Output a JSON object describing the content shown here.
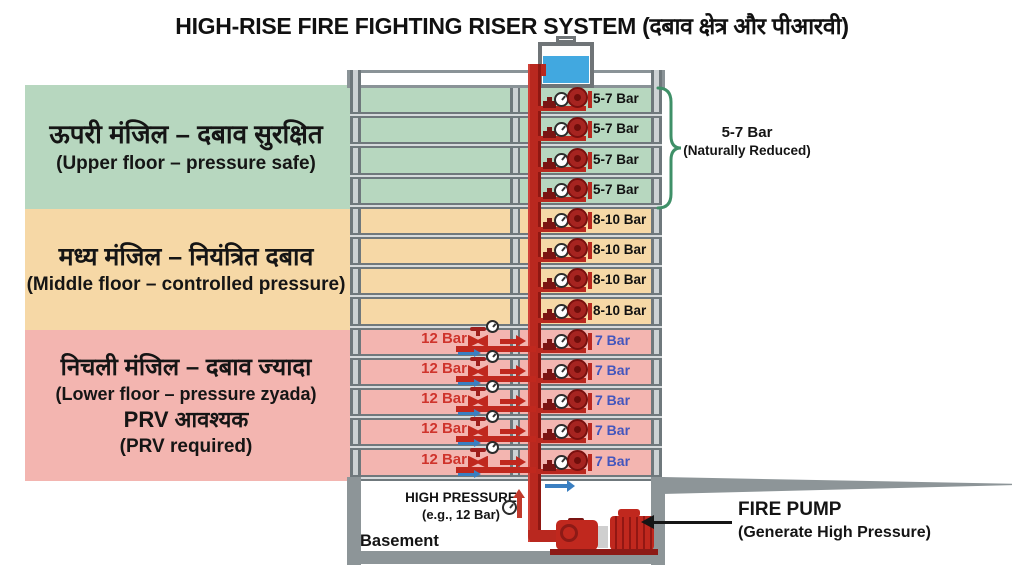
{
  "title": "HIGH-RISE FIRE FIGHTING RISER SYSTEM (दबाव क्षेत्र और पीआरवी)",
  "zones": {
    "upper": {
      "hindi": "ऊपरी मंजिल – दबाव सुरक्षित",
      "english": "(Upper floor – pressure safe)",
      "band_color": "#b7d7bf",
      "pressure": "5-7 Bar"
    },
    "middle": {
      "hindi": "मध्य मंजिल – नियंत्रित दबाव",
      "english": "(Middle floor – controlled pressure)",
      "band_color": "#f6d8a6",
      "pressure": "8-10 Bar"
    },
    "lower": {
      "hindi": "निचली मंजिल – दबाव ज्यादा",
      "english": "(Lower floor – pressure zyada)",
      "hindi2": "PRV आवश्यक",
      "english2": "(PRV required)",
      "band_color": "#f3b5b0",
      "inlet_pressure": "12 Bar",
      "outlet_pressure": "7 Bar"
    }
  },
  "bracket_note": {
    "line1": "5-7 Bar",
    "line2": "(Naturally Reduced)",
    "color": "#3f9068"
  },
  "floors": [
    {
      "zone": "upper",
      "label": "5-7 Bar"
    },
    {
      "zone": "upper",
      "label": "5-7 Bar"
    },
    {
      "zone": "upper",
      "label": "5-7 Bar"
    },
    {
      "zone": "upper",
      "label": "5-7 Bar"
    },
    {
      "zone": "middle",
      "label": "8-10 Bar"
    },
    {
      "zone": "middle",
      "label": "8-10 Bar"
    },
    {
      "zone": "middle",
      "label": "8-10 Bar"
    },
    {
      "zone": "middle",
      "label": "8-10 Bar"
    },
    {
      "zone": "lower",
      "inlet": "12 Bar",
      "outlet": "7 Bar"
    },
    {
      "zone": "lower",
      "inlet": "12 Bar",
      "outlet": "7 Bar"
    },
    {
      "zone": "lower",
      "inlet": "12 Bar",
      "outlet": "7 Bar"
    },
    {
      "zone": "lower",
      "inlet": "12 Bar",
      "outlet": "7 Bar"
    },
    {
      "zone": "lower",
      "inlet": "12 Bar",
      "outlet": "7 Bar"
    }
  ],
  "basement": {
    "name": "Basement",
    "high_pressure_line1": "HIGH PRESSURE",
    "high_pressure_line2": "(e.g., 12 Bar)"
  },
  "fire_pump": {
    "line1": "FIRE PUMP",
    "line2": "(Generate High Pressure)"
  },
  "icons": {
    "water-tank": "gray tank with blue water",
    "pressure-gauge": "white round dial gauge",
    "hose-reel": "dark red disc",
    "valve": "dark red gate valve",
    "prv": "red bowtie pressure reducing valve with handwheel",
    "flow-arrow": "red right arrow",
    "bypass-arrow": "blue right arrow",
    "high-pressure-arrow": "red up arrow",
    "fire-pump": "red centrifugal pump with motor",
    "fire-pump-pointer": "black left arrow",
    "zone-bracket": "green curly brace"
  },
  "colors": {
    "riser_red": "#b9281f",
    "inlet_text_red": "#cf342c",
    "outlet_text_blue": "#4356bd",
    "water_blue": "#41a8e0",
    "structure_gray": "#798286",
    "arrow_blue": "#3a7fc1",
    "bracket_green": "#3f9068"
  }
}
